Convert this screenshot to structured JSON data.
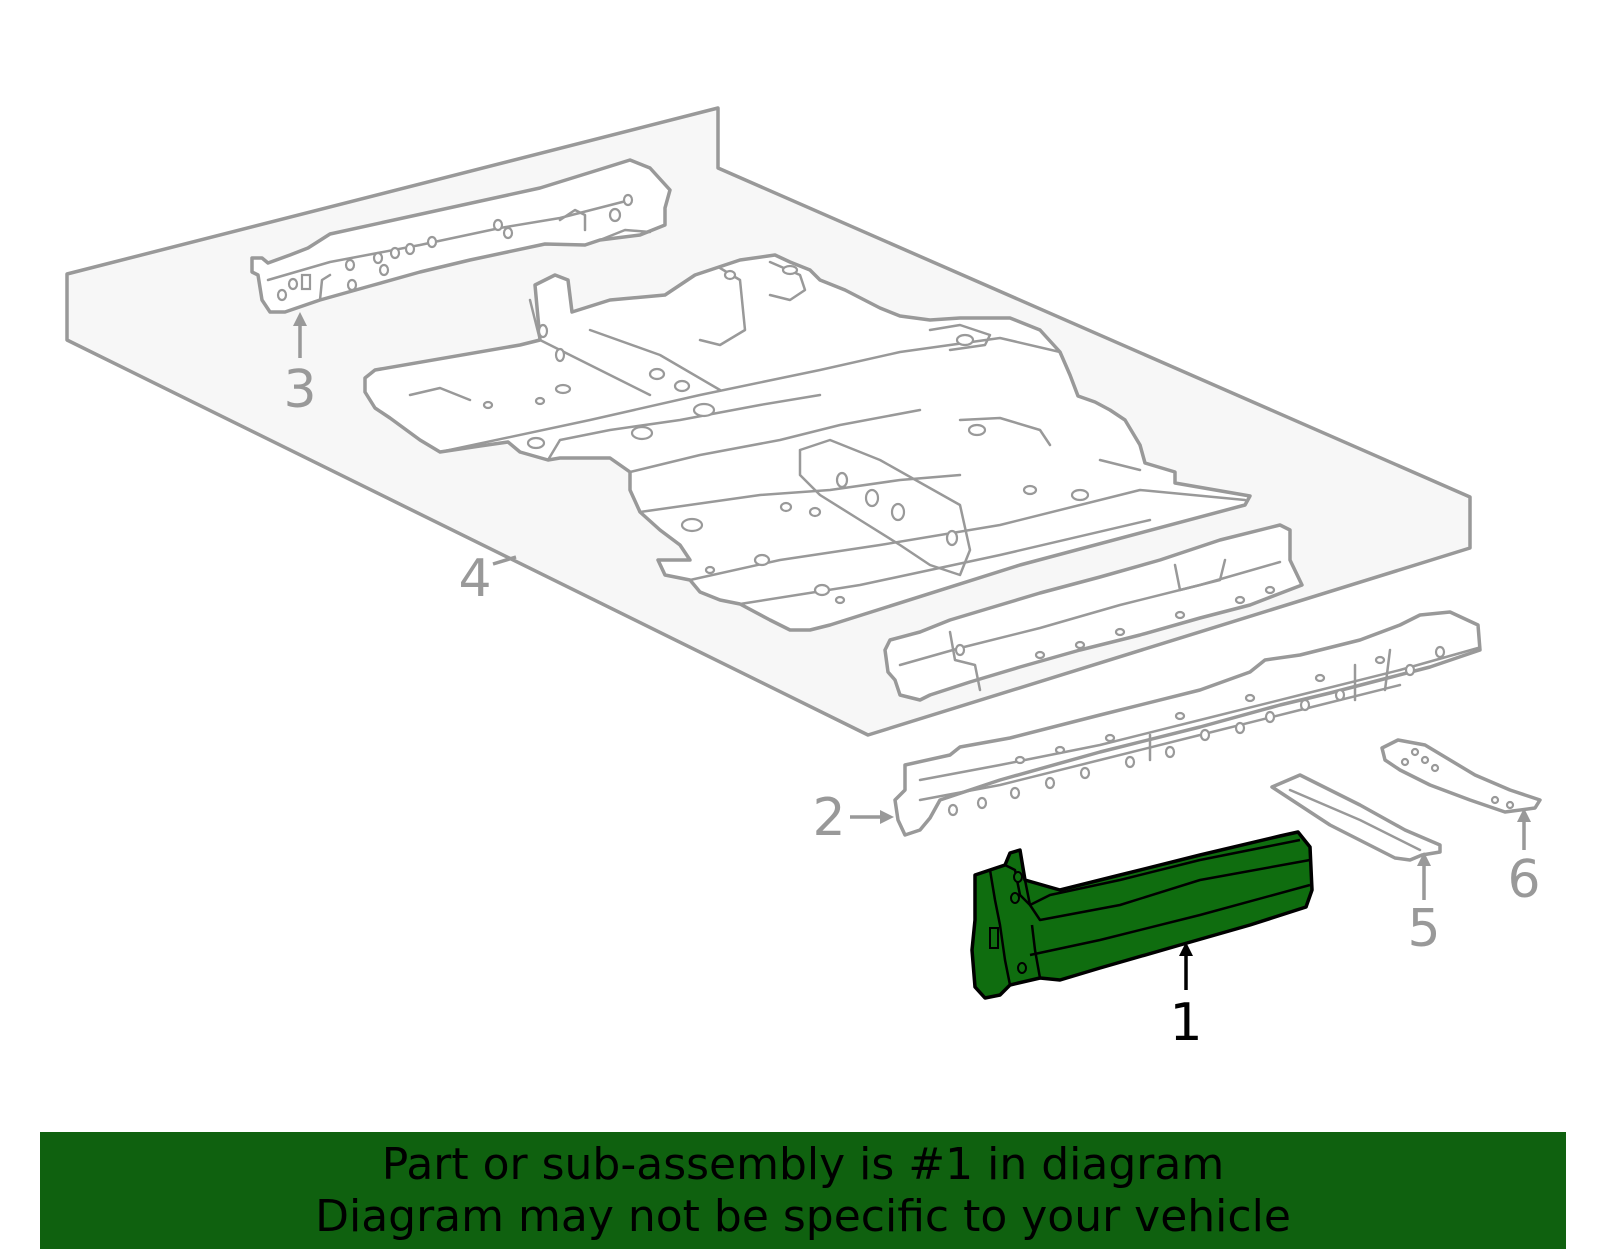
{
  "colors": {
    "panel_fill": "#f7f7f7",
    "line_gray": "#999999",
    "highlight_green": "#0f6d0f",
    "banner_green": "#0f610f",
    "callout_highlight": "#000000"
  },
  "callouts": [
    {
      "id": "1",
      "label": "1",
      "highlighted": true
    },
    {
      "id": "2",
      "label": "2",
      "highlighted": false
    },
    {
      "id": "3",
      "label": "3",
      "highlighted": false
    },
    {
      "id": "4",
      "label": "4",
      "highlighted": false
    },
    {
      "id": "5",
      "label": "5",
      "highlighted": false
    },
    {
      "id": "6",
      "label": "6",
      "highlighted": false
    }
  ],
  "banner": {
    "line1": "Part or sub-assembly is #1 in diagram",
    "line2": "Diagram may not be specific to your vehicle"
  }
}
